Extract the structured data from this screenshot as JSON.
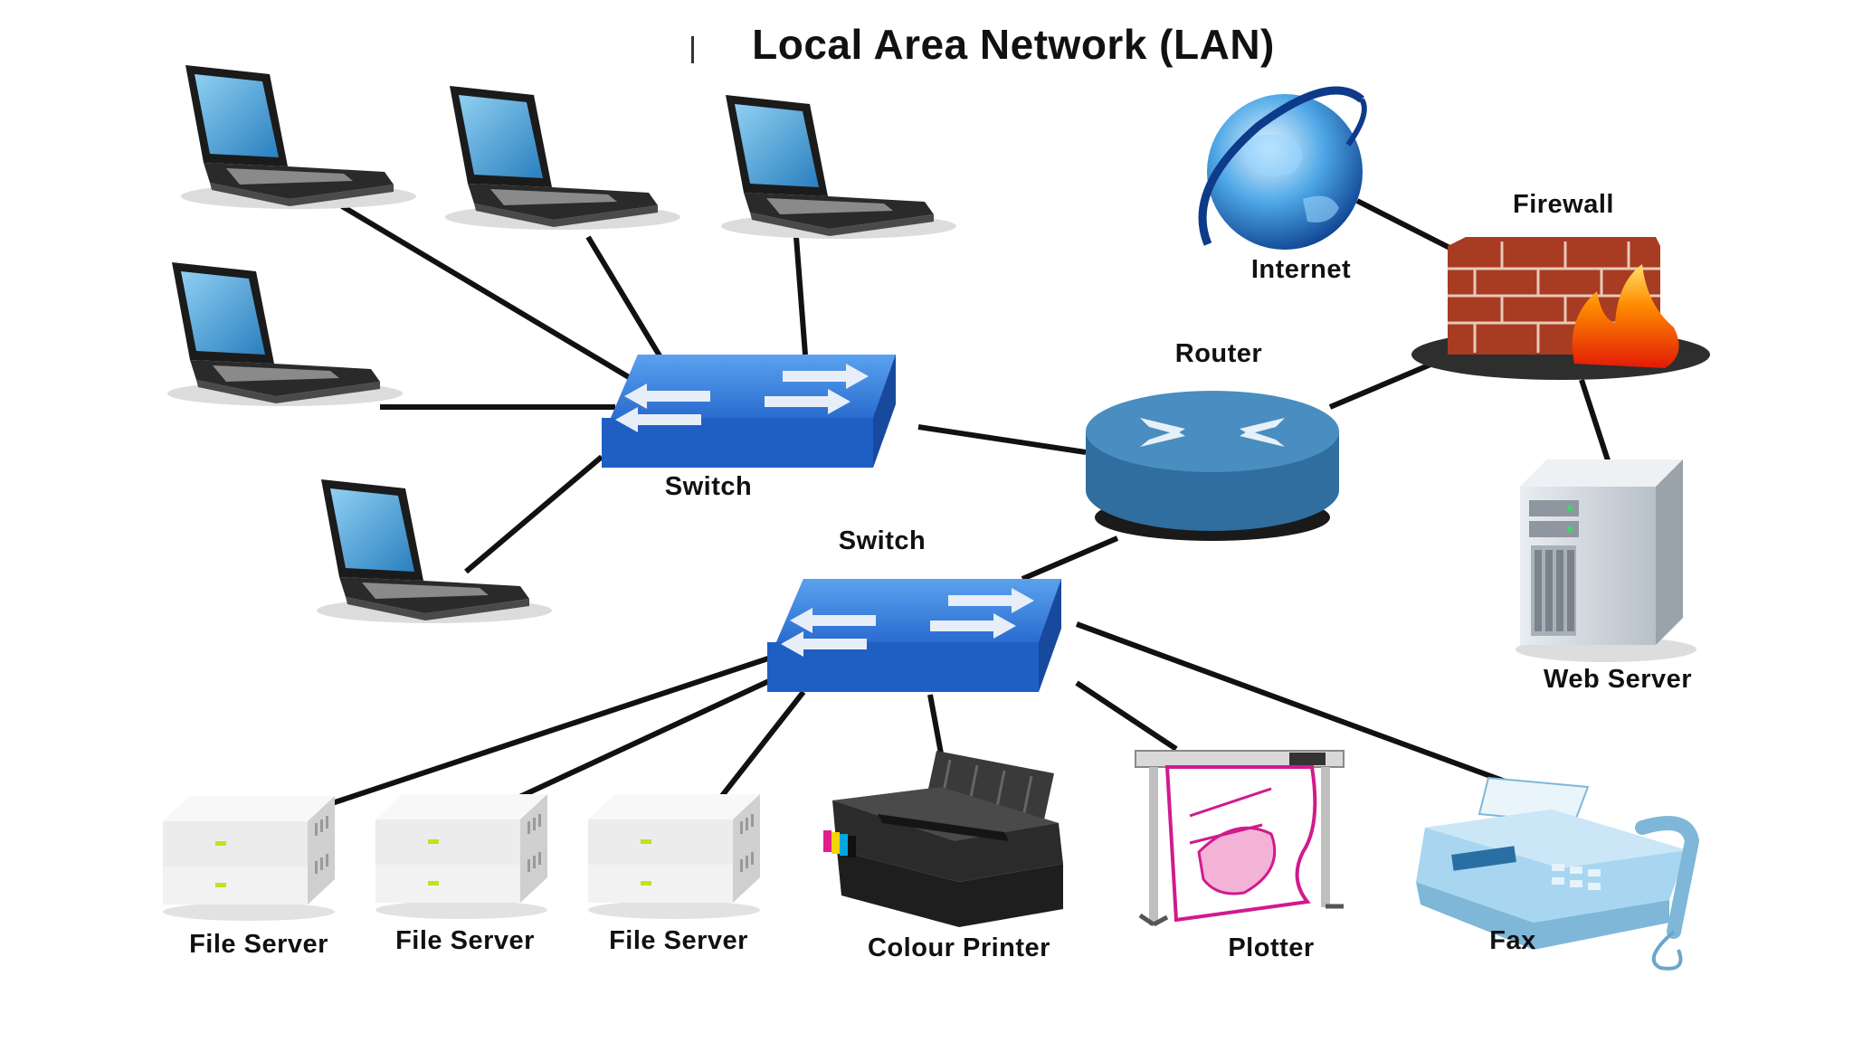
{
  "title": "Local Area Network (LAN)",
  "labels": {
    "switch_top": "Switch",
    "switch_bottom": "Switch",
    "router": "Router",
    "internet": "Internet",
    "firewall": "Firewall",
    "web_server": "Web Server",
    "file_server_1": "File Server",
    "file_server_2": "File Server",
    "file_server_3": "File Server",
    "colour_printer": "Colour Printer",
    "plotter": "Plotter",
    "fax": "Fax"
  },
  "colors": {
    "switch_blue": "#2f6fd1",
    "router_blue": "#3b7fb0",
    "firewall_brick": "#b5442b",
    "screen_blue": "#4aa3d8",
    "cable": "#111111"
  }
}
